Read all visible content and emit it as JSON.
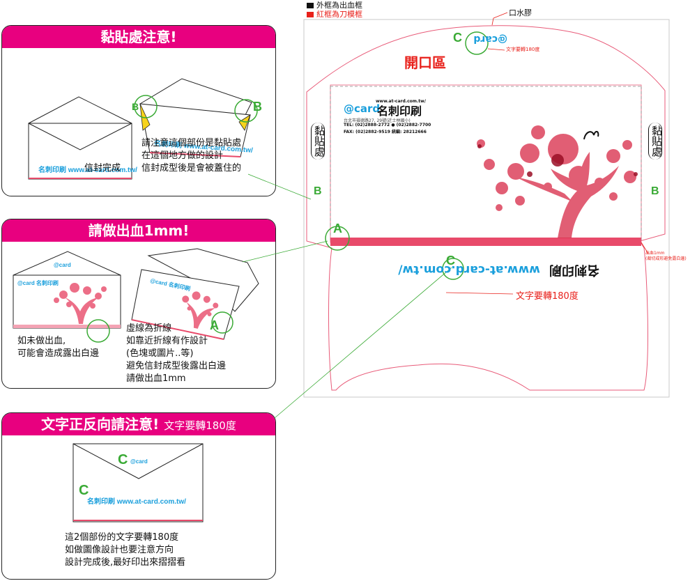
{
  "legend": [
    {
      "color": "#111111",
      "text": "外框為出血框"
    },
    {
      "color": "#e8201a",
      "text": "紅框為刀模框"
    }
  ],
  "colors": {
    "accent": "#e8007f",
    "marker": "#3aaa35",
    "brand": "#1a9fdc",
    "bleed": "#e84a6a",
    "dieline": "#e8201a"
  },
  "panels": [
    {
      "title": "黏貼處注意!",
      "left_caption": "信封完成",
      "notes": [
        "請注意這個部份是黏貼處",
        "在這個地方做的設計",
        "信封成型後是會被蓋住的"
      ]
    },
    {
      "title": "請做出血1mm!",
      "left_notes": [
        "如未做出血,",
        "可能會造成露出白邊"
      ],
      "right_notes": [
        "虛線為折線",
        "如靠近折線有作設計",
        "(色塊或圖片..等)",
        "避免信封成型後露出白邊",
        "請做出血1mm"
      ]
    },
    {
      "title": "文字正反向請注意!",
      "title_suffix": "文字要轉180度",
      "notes": [
        "這2個部份的文字要轉180度",
        "如做圖像設計也要注意方向",
        "設計完成後,最好印出來摺摺看"
      ]
    }
  ],
  "brand": {
    "logo": "@card",
    "name": "名刺印刷",
    "url": "www.at-card.com.tw/",
    "address": "台北市福德路27, 29號(近士林國小)",
    "tel": "TEL: (02)2888-2772 ● (02)2882-7700",
    "fax": "FAX: (02)2882-9519  統編: 28212666"
  },
  "template": {
    "glue_label": "口水膠",
    "opening_label": "開口區",
    "text_rotate_small": "文字要轉180度",
    "text_rotate": "文字要轉180度",
    "glue_area_left": "黏貼處",
    "glue_area_right": "黏貼處",
    "bleed_note_1": "出血1mm",
    "bleed_note_2": "(裁切成形避免露白邊)"
  },
  "markers": {
    "a": "A",
    "b": "B",
    "c": "C"
  }
}
